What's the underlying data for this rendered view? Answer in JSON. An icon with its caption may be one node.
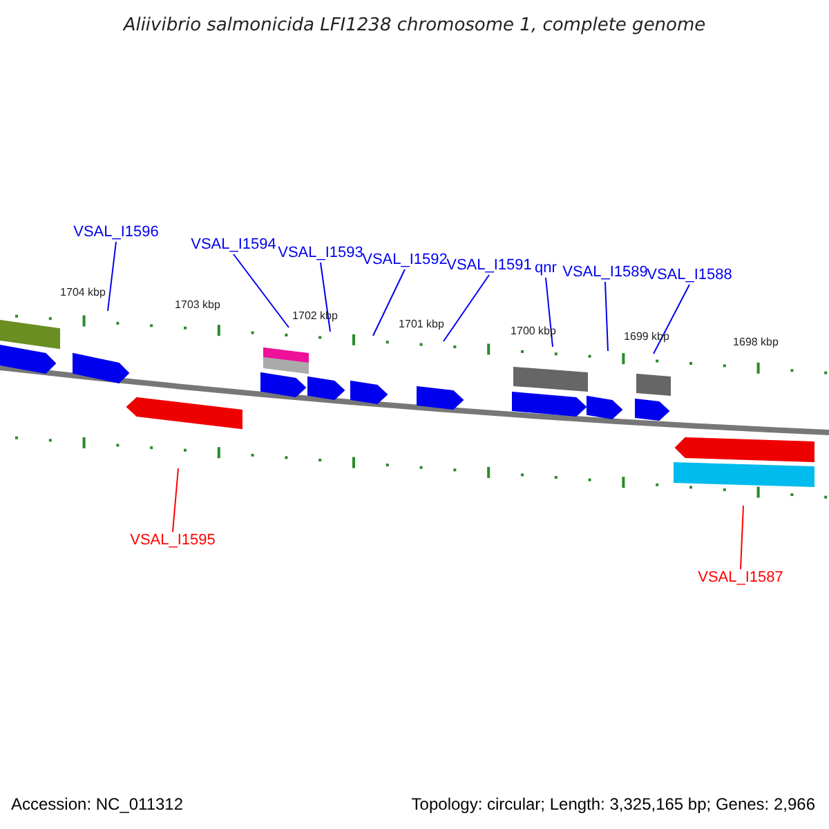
{
  "diagram": {
    "title": "Aliivibrio salmonicida LFI1238 chromosome 1, complete genome",
    "nodes": [
      {
        "text": [
          "VSAL_I1596"
        ]
      },
      {
        "text": [
          "VSAL_I1594"
        ]
      },
      {
        "text": [
          "VSAL_I1593"
        ]
      },
      {
        "text": [
          "VSAL_I1592"
        ]
      },
      {
        "text": [
          "VSAL_I1591"
        ]
      },
      {
        "text": [
          "qnr"
        ]
      },
      {
        "text": [
          "VSAL_I1589"
        ]
      },
      {
        "text": [
          "VSAL_I1588"
        ]
      },
      {
        "text": [
          "VSAL_I1595"
        ]
      },
      {
        "text": [
          "VSAL_I1587"
        ]
      },
      {
        "text": [],
        "shape": "picture"
      }
    ],
    "edges": [
      {
        "from": 0,
        "to": 10,
        "arrow": "none"
      },
      {
        "from": 1,
        "to": 10,
        "arrow": "none"
      },
      {
        "from": 2,
        "to": 10,
        "arrow": "none"
      },
      {
        "from": 3,
        "to": 10,
        "arrow": "none"
      },
      {
        "from": 4,
        "to": 10,
        "arrow": "none"
      },
      {
        "from": 5,
        "to": 10,
        "arrow": "none"
      },
      {
        "from": 6,
        "to": 10,
        "arrow": "none"
      },
      {
        "from": 7,
        "to": 10,
        "arrow": "none"
      },
      {
        "from": 8,
        "to": 10,
        "arrow": "none",
        "color": "#ff0000"
      },
      {
        "from": 9,
        "to": 10,
        "arrow": "none",
        "color": "#ff0000"
      }
    ],
    "labels": [
      "1704 kbp",
      "1703 kbp",
      "1702 kbp",
      "1701 kbp",
      "1700 kbp",
      "1699 kbp",
      "1698 kbp",
      "Accession: NC_011312",
      "Topology: circular; Length: 3,325,165 bp; Genes: 2,966"
    ]
  }
}
